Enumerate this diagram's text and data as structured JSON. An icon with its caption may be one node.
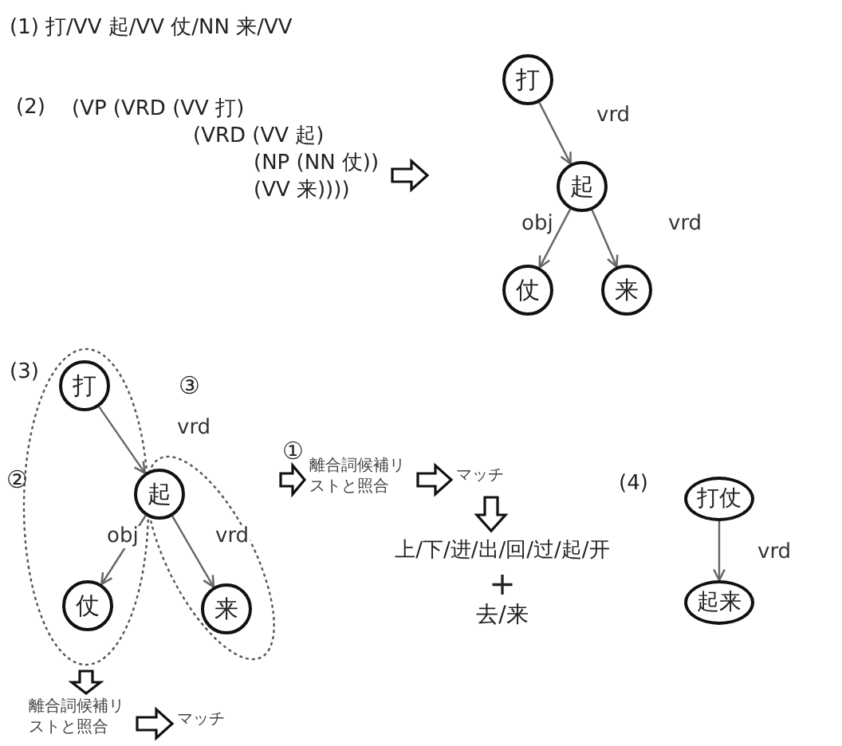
{
  "diagram": {
    "nodes": [
      {
        "text": [
          "(VP (VRD (VV 打) (VRD (VV 起) (NP (NN 仗)) (VV 来))))"
        ]
      },
      {
        "text": [
          "打"
        ]
      },
      {
        "text": [
          "起"
        ]
      },
      {
        "text": [
          "仗"
        ]
      },
      {
        "text": [
          "来"
        ]
      },
      {
        "text": [],
        "shape": "ellipse"
      },
      {
        "text": [],
        "shape": "ellipse"
      },
      {
        "text": [
          "打"
        ],
        "in": 5
      },
      {
        "text": [
          "起"
        ]
      },
      {
        "text": [
          "仗"
        ],
        "in": 5
      },
      {
        "text": [
          "来"
        ],
        "in": 6
      },
      {
        "text": [
          "離合詞候補リストと照合"
        ]
      },
      {
        "text": [
          "マッチ"
        ]
      },
      {
        "text": [
          "上/下/进/出/回/过/起/开",
          "+",
          "去/来"
        ]
      },
      {
        "text": [
          "離合詞候補リストと照合"
        ]
      },
      {
        "text": [
          "マッチ"
        ]
      },
      {
        "text": [
          "打仗"
        ]
      },
      {
        "text": [
          "起来"
        ]
      }
    ],
    "edges": [
      {
        "from": 0,
        "to": null,
        "arrow": "to",
        "style": "thick"
      },
      {
        "from": 1,
        "to": 2,
        "arrow": "to",
        "label": "vrd"
      },
      {
        "from": 2,
        "to": 3,
        "arrow": "to",
        "label": "obj"
      },
      {
        "from": 2,
        "to": 4,
        "arrow": "to",
        "label": "vrd"
      },
      {
        "from": 7,
        "to": 8,
        "arrow": "to",
        "label": "vrd"
      },
      {
        "from": 8,
        "to": 9,
        "arrow": "to",
        "label": "obj"
      },
      {
        "from": 8,
        "to": 10,
        "arrow": "to",
        "label": "vrd"
      },
      {
        "from": 6,
        "to": 11,
        "arrow": "to",
        "style": "thick",
        "label": "①"
      },
      {
        "from": 11,
        "to": 12,
        "arrow": "to",
        "style": "thick"
      },
      {
        "from": 12,
        "to": 13,
        "arrow": "to",
        "style": "thick"
      },
      {
        "from": 5,
        "to": 14,
        "arrow": "to",
        "style": "thick"
      },
      {
        "from": 14,
        "to": 15,
        "arrow": "to",
        "style": "thick"
      },
      {
        "from": 16,
        "to": 17,
        "arrow": "to",
        "label": "vrd"
      }
    ],
    "labels": [
      "(1) 打/VV 起/VV 仗/NN 来/VV",
      "(2)",
      "(3)",
      "③",
      "②",
      "(4)"
    ]
  }
}
